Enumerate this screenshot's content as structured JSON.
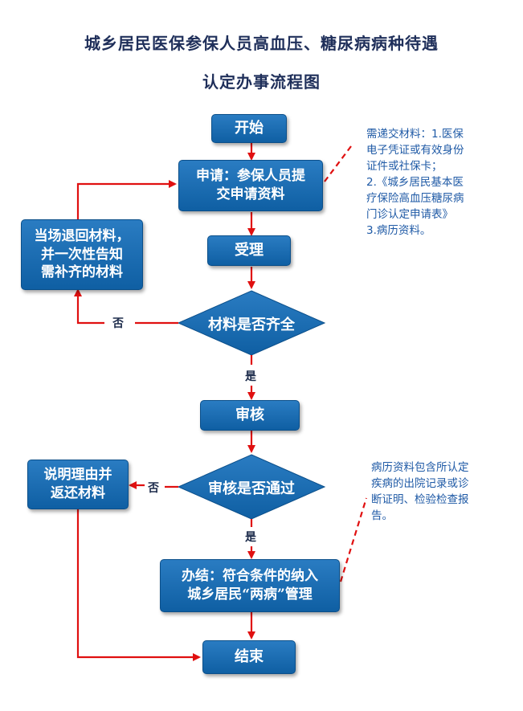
{
  "title": {
    "line1": "城乡居民医保参保人员高血压、糖尿病病种待遇",
    "line2": "认定办事流程图"
  },
  "nodes": {
    "start": "开始",
    "apply_line1": "申请：参保人员提",
    "apply_line2": "交申请资料",
    "accept": "受理",
    "materials_check": "材料是否齐全",
    "return_line1": "当场退回材料，",
    "return_line2": "并一次性告知",
    "return_line3": "需补齐的材料",
    "review": "审核",
    "review_check": "审核是否通过",
    "explain_line1": "说明理由并",
    "explain_line2": "返还材料",
    "complete_line1": "办结：符合条件的纳入",
    "complete_line2": "城乡居民“两病”管理",
    "end": "结束"
  },
  "edge_labels": {
    "no_materials": "否",
    "yes_materials": "是",
    "no_review": "否",
    "yes_review": "是"
  },
  "notes": {
    "materials": [
      "需递交材料：1.医保",
      "电子凭证或有效身份",
      "证件或社保卡；",
      "2.《城乡居民基本医",
      "疗保险高血压糖尿病",
      "门诊认定申请表》",
      "3.病历资料。"
    ],
    "records": [
      "病历资料包含所认定",
      "疾病的出院记录或诊",
      "断证明、检验检查报",
      "告。"
    ]
  },
  "colors": {
    "box_fill": "#1a6db5",
    "arrow": "#e01010",
    "title": "#1f2f5a",
    "note_text": "#1f5aa6"
  }
}
